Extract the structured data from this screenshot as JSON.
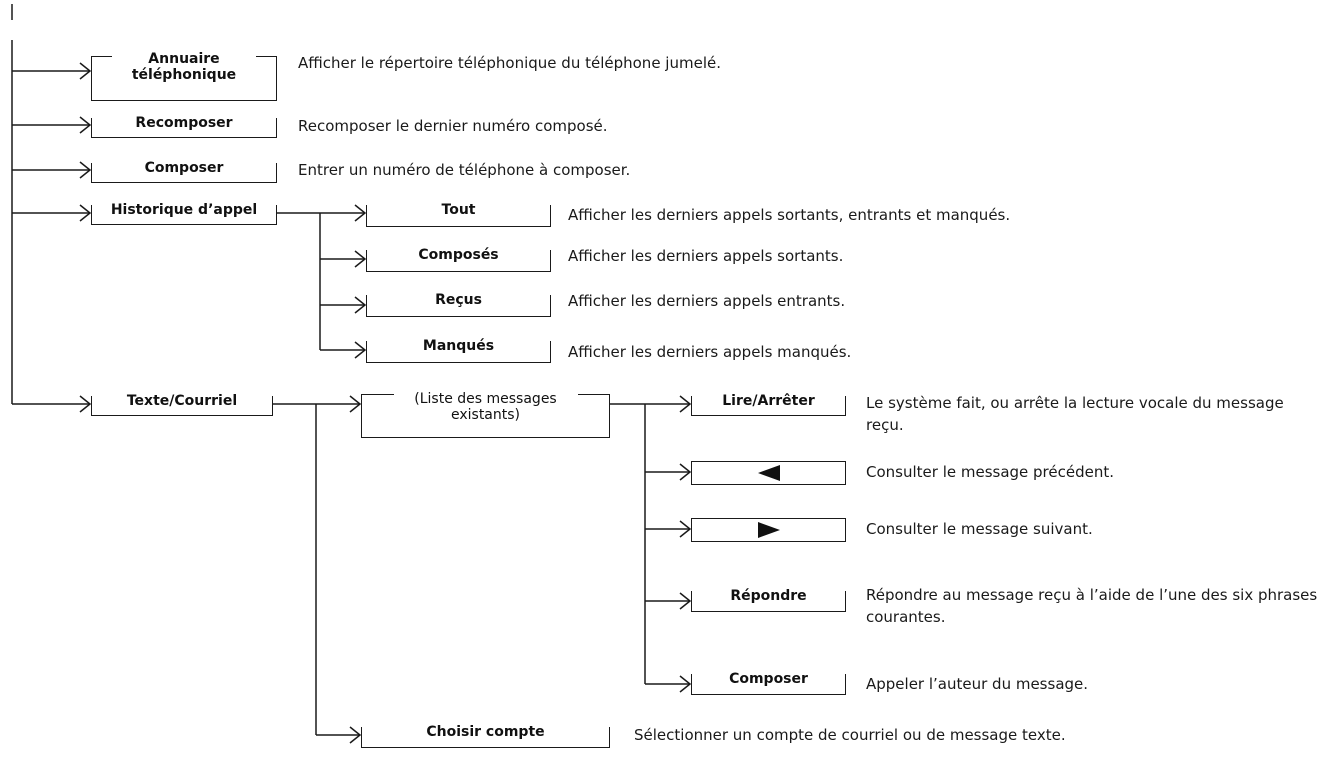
{
  "menu": {
    "annuaire": {
      "label": "Annuaire téléphonique",
      "description": "Afficher le répertoire téléphonique du téléphone jumelé."
    },
    "recomposer": {
      "label": "Recomposer",
      "description": "Recomposer le dernier numéro composé."
    },
    "composer": {
      "label": "Composer",
      "description": "Entrer un numéro de téléphone à composer."
    },
    "historique": {
      "label": "Historique d’appel",
      "items": [
        {
          "label": "Tout",
          "description": "Afficher les derniers appels sortants, entrants et manqués."
        },
        {
          "label": "Composés",
          "description": "Afficher les derniers appels sortants."
        },
        {
          "label": "Reçus",
          "description": "Afficher les derniers appels entrants."
        },
        {
          "label": "Manqués",
          "description": "Afficher les derniers appels manqués."
        }
      ]
    },
    "texte": {
      "label": "Texte/Courriel",
      "liste": {
        "label": "(Liste des messages existants)",
        "items": [
          {
            "label": "Lire/Arrêter",
            "description": "Le système fait, ou arrête la lecture vocale du message reçu."
          },
          {
            "label": "",
            "icon": "triangle-left-icon",
            "description": "Consulter le message précédent."
          },
          {
            "label": "",
            "icon": "triangle-right-icon",
            "description": "Consulter le message suivant."
          },
          {
            "label": "Répondre",
            "description": "Répondre au message reçu à l’aide de l’une des six phrases courantes."
          },
          {
            "label": "Composer",
            "description": "Appeler l’auteur du message."
          }
        ]
      },
      "compte": {
        "label": "Choisir compte",
        "description": "Sélectionner un compte de courriel ou de message texte."
      }
    }
  }
}
